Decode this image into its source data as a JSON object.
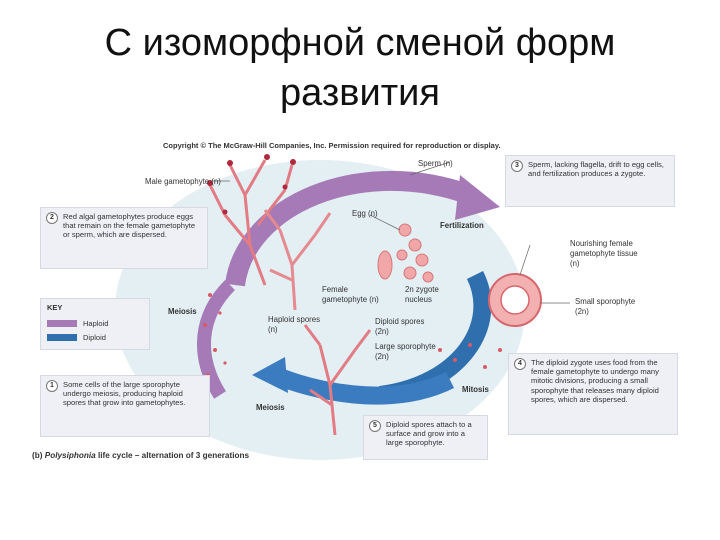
{
  "title": {
    "line1": "С изоморфной сменой форм",
    "line2": "развития"
  },
  "figure": {
    "copyright": "Copyright © The McGraw-Hill Companies, Inc. Permission required for reproduction or display.",
    "labels": {
      "male_gametophyte": "Male gametophyte (n)",
      "sperm": "Sperm (n)",
      "egg": "Egg (n)",
      "fertilization": "Fertilization",
      "nourishing_1": "Nourishing female",
      "nourishing_2": "gametophyte tissue",
      "nourishing_3": "(n)",
      "female_gametophyte_1": "Female",
      "female_gametophyte_2": "gametophyte (n)",
      "zygote_1": "2n zygote",
      "zygote_2": "nucleus",
      "small_sporophyte_1": "Small sporophyte",
      "small_sporophyte_2": "(2n)",
      "meiosis_left": "Meiosis",
      "haploid_spores_1": "Haploid spores",
      "haploid_spores_2": "(n)",
      "diploid_spores_1": "Diploid spores",
      "diploid_spores_2": "(2n)",
      "large_sporophyte_1": "Large sporophyte",
      "large_sporophyte_2": "(2n)",
      "mitosis": "Mitosis",
      "meiosis_bottom": "Meiosis"
    },
    "key": {
      "title": "KEY",
      "haploid": "Haploid",
      "diploid": "Diploid",
      "haploid_color": "#a67ab7",
      "diploid_color": "#2f6fae"
    },
    "callouts": {
      "c1": {
        "num": "1",
        "text": "Some cells of the large sporophyte undergo meiosis, producing haploid spores that grow into gametophytes."
      },
      "c2": {
        "num": "2",
        "text": "Red algal gametophytes produce eggs that remain on the female gametophyte or sperm, which are dispersed."
      },
      "c3": {
        "num": "3",
        "text": "Sperm, lacking flagella, drift to egg cells, and fertilization produces a zygote."
      },
      "c4": {
        "num": "4",
        "text": "The diploid zygote uses food from the female gametophyte to undergo many mitotic divisions, producing a small sporophyte that releases many diploid spores, which are dispersed."
      },
      "c5": {
        "num": "5",
        "text": "Diploid spores attach to a surface and grow into a large sporophyte."
      }
    },
    "caption_prefix": "(b)",
    "caption_italic": "Polysiphonia",
    "caption_rest": "life cycle – alternation of 3 generations"
  }
}
